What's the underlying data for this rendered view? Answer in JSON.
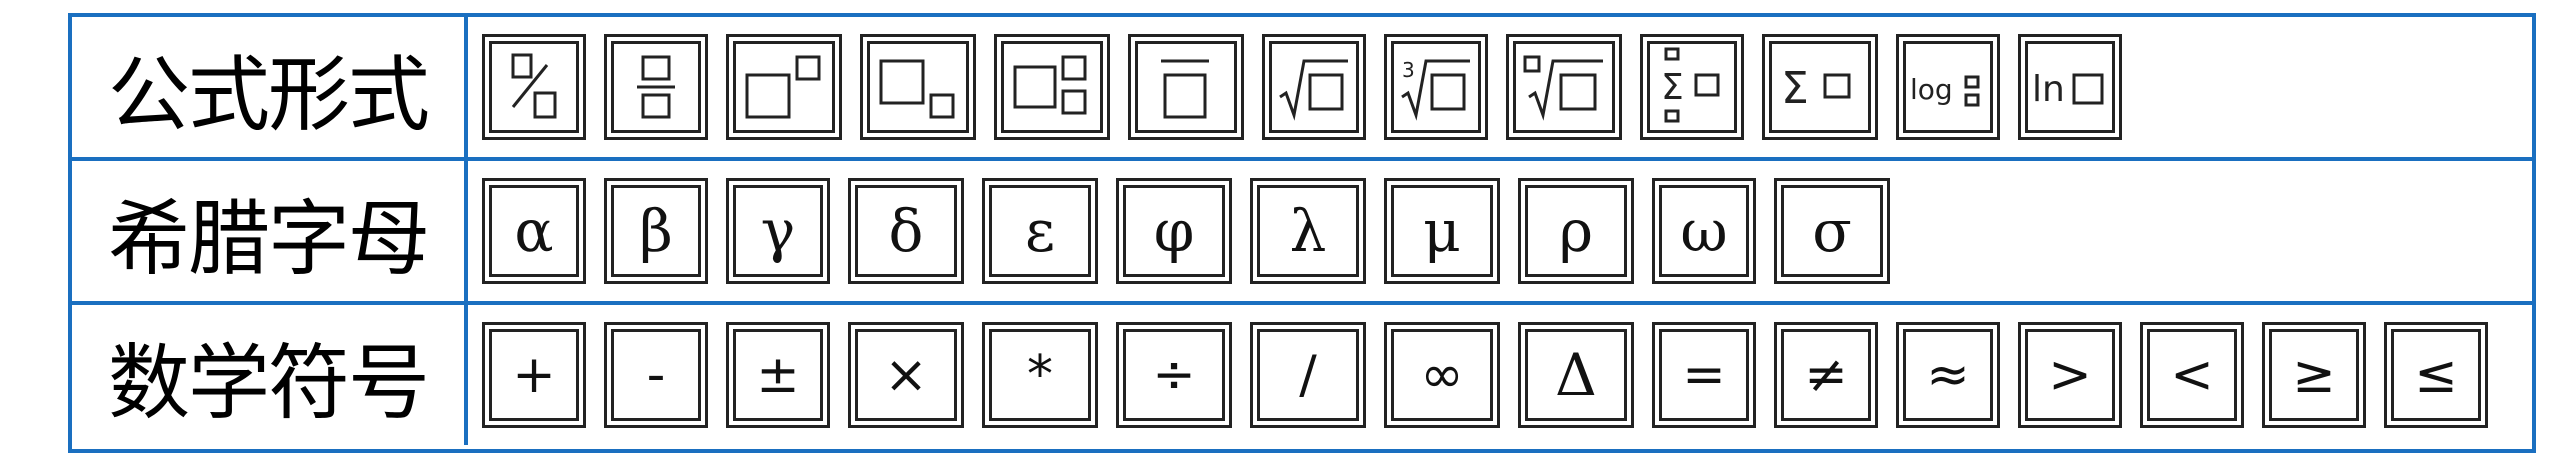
{
  "rows": [
    {
      "label": "公式形式",
      "keys": [
        {
          "name": "fraction-template-icon"
        },
        {
          "name": "stacked-fraction-template-icon"
        },
        {
          "name": "superscript-template-icon"
        },
        {
          "name": "subscript-template-icon"
        },
        {
          "name": "sup-sub-template-icon"
        },
        {
          "name": "overbar-template-icon"
        },
        {
          "name": "square-root-template-icon"
        },
        {
          "name": "cube-root-template-icon",
          "text": "3"
        },
        {
          "name": "nth-root-template-icon"
        },
        {
          "name": "sum-limits-template-icon",
          "text": "Σ"
        },
        {
          "name": "sum-template-icon",
          "text": "Σ"
        },
        {
          "name": "log-base-template-icon",
          "text": "log"
        },
        {
          "name": "ln-template-icon",
          "text": "ln"
        }
      ]
    },
    {
      "label": "希腊字母",
      "keys": [
        "α",
        "β",
        "γ",
        "δ",
        "ε",
        "φ",
        "λ",
        "μ",
        "ρ",
        "ω",
        "σ"
      ]
    },
    {
      "label": "数学符号",
      "keys": [
        "+",
        "-",
        "±",
        "×",
        "*",
        "÷",
        "/",
        "∞",
        "Δ",
        "=",
        "≠",
        "≈",
        ">",
        "<",
        "≥",
        "≤"
      ]
    }
  ]
}
